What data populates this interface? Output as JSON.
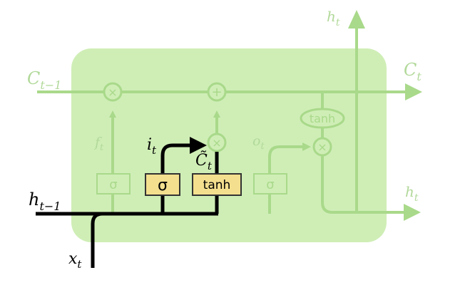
{
  "colors": {
    "cell_fill": "#cfeeb6",
    "faded_line": "#a9d98a",
    "faded_text": "#b2d99a",
    "active_line": "#000000",
    "active_gate_fill": "#f3df8e",
    "active_gate_stroke": "#333333"
  },
  "labels": {
    "c_prev": {
      "base": "C",
      "sub": "t−1"
    },
    "c_next": {
      "base": "C",
      "sub": "t"
    },
    "h_top": {
      "base": "h",
      "sub": "t"
    },
    "h_right": {
      "base": "h",
      "sub": "t"
    },
    "h_prev": {
      "base": "h",
      "sub": "t−1"
    },
    "x_in": {
      "base": "x",
      "sub": "t"
    },
    "f_gate": {
      "base": "f",
      "sub": "t"
    },
    "i_gate": {
      "base": "i",
      "sub": "t"
    },
    "c_tilde": {
      "base": "C̃",
      "sub": "t"
    },
    "o_gate": {
      "base": "o",
      "sub": "t"
    }
  },
  "gates": {
    "forget": "σ",
    "input": "σ",
    "candidate": "tanh",
    "output": "σ"
  },
  "ops": {
    "multiply": "×",
    "add": "+",
    "cell_tanh": "tanh"
  }
}
